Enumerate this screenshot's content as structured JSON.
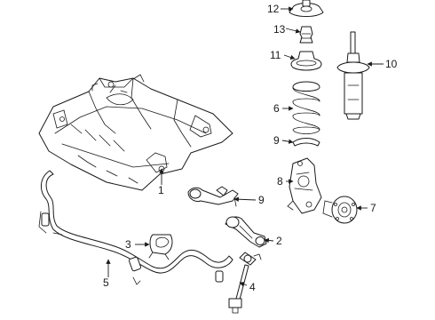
{
  "callouts": {
    "c1": "1",
    "c2": "2",
    "c3": "3",
    "c4": "4",
    "c5": "5",
    "c6": "6",
    "c7": "7",
    "c8": "8",
    "c9a": "9",
    "c9b": "9",
    "c10": "10",
    "c11": "11",
    "c12": "12",
    "c13": "13"
  },
  "colors": {
    "line": "#1a1a1a",
    "background": "#ffffff"
  }
}
